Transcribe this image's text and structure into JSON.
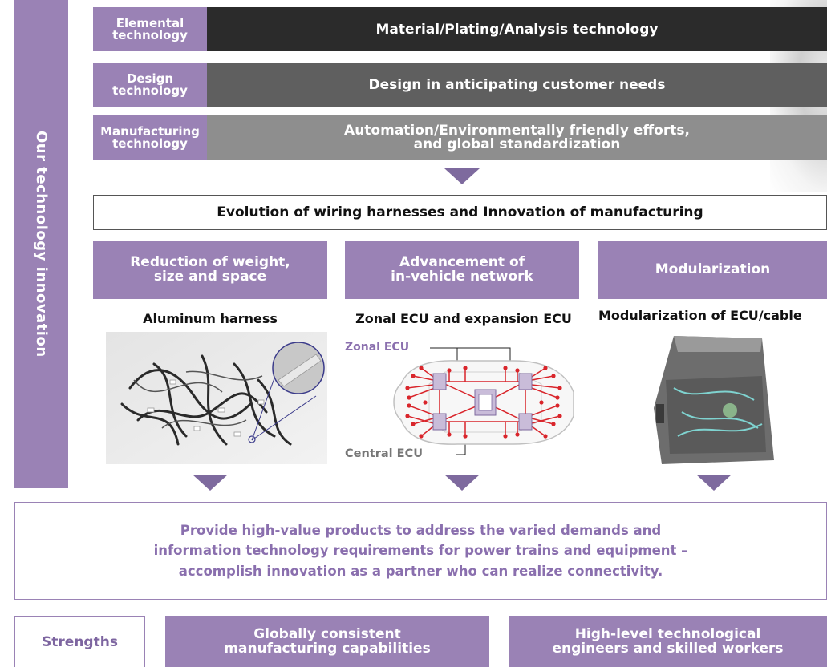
{
  "side_label": "Our technology innovation",
  "tech_rows": [
    {
      "label_line1": "Elemental",
      "label_line2": "technology",
      "bar_line1": "Material/Plating/Analysis technology",
      "bar_line2": "",
      "bar_color": "#2b2b2b"
    },
    {
      "label_line1": "Design",
      "label_line2": "technology",
      "bar_line1": "Design in anticipating customer needs",
      "bar_line2": "",
      "bar_color": "#5f5f5f"
    },
    {
      "label_line1": "Manufacturing",
      "label_line2": "technology",
      "bar_line1": "Automation/Environmentally friendly efforts,",
      "bar_line2": "and global standardization",
      "bar_color": "#8e8e8e"
    }
  ],
  "evolution": "Evolution of wiring harnesses and Innovation of manufacturing",
  "features": [
    {
      "line1": "Reduction of weight,",
      "line2": "size and space",
      "title": "Aluminum harness"
    },
    {
      "line1": "Advancement of",
      "line2": "in-vehicle network",
      "title": "Zonal ECU and expansion ECU"
    },
    {
      "line1": "Modularization",
      "line2": "",
      "title": "Modularization of ECU/cable"
    }
  ],
  "zonal_ecu": "Zonal ECU",
  "central_ecu": "Central ECU",
  "provide": {
    "line1": "Provide high-value products to address the varied demands and",
    "line2": "information technology requirements for power trains and equipment –",
    "line3": "accomplish innovation as a partner who can realize connectivity."
  },
  "strengths": {
    "label": "Strengths",
    "items": [
      {
        "line1": "Globally consistent",
        "line2": "manufacturing capabilities"
      },
      {
        "line1": "High-level technological",
        "line2": "engineers and skilled workers"
      }
    ]
  },
  "colors": {
    "accent_purple": "#9a82b5",
    "arrow_purple": "#7e6a9e",
    "harness_red": "#d9252b",
    "ecu_fill": "#c9bcd9"
  }
}
